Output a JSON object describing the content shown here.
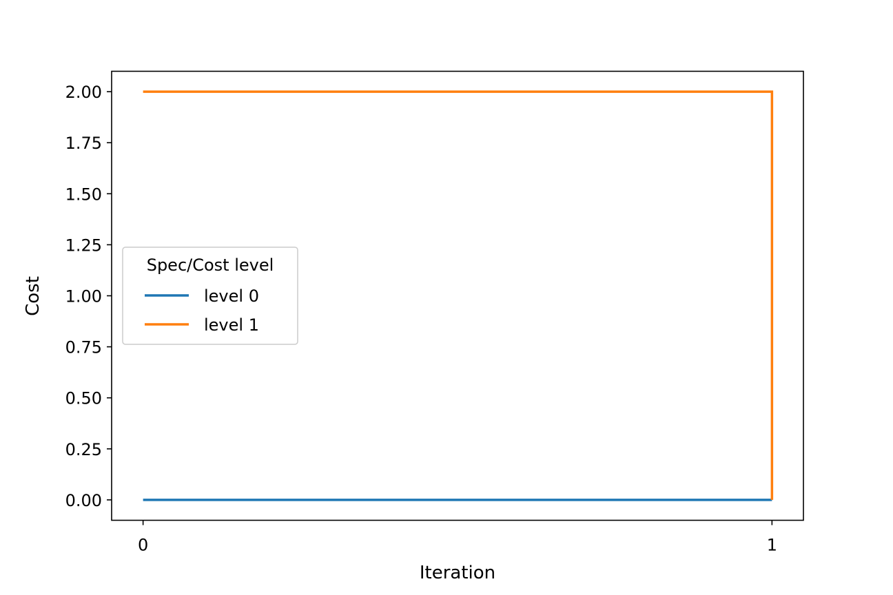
{
  "chart_data": {
    "type": "line",
    "title": "",
    "xlabel": "Iteration",
    "ylabel": "Cost",
    "xlim": [
      -0.05,
      1.05
    ],
    "ylim": [
      -0.1,
      2.1
    ],
    "xticks": [
      0,
      1
    ],
    "xtick_labels": [
      "0",
      "1"
    ],
    "yticks": [
      0,
      0.25,
      0.5,
      0.75,
      1,
      1.25,
      1.5,
      1.75,
      2
    ],
    "ytick_labels": [
      "0.00",
      "0.25",
      "0.50",
      "0.75",
      "1.00",
      "1.25",
      "1.50",
      "1.75",
      "2.00"
    ],
    "grid": false,
    "step": "post",
    "legend": {
      "title": "Spec/Cost level",
      "placement": "center-left"
    },
    "series": [
      {
        "name": "level 0",
        "color": "#1f77b4",
        "x": [
          0,
          1
        ],
        "y": [
          0,
          0
        ]
      },
      {
        "name": "level 1",
        "color": "#ff7f0e",
        "x": [
          0,
          1,
          1
        ],
        "y": [
          2,
          2,
          0
        ]
      }
    ]
  }
}
